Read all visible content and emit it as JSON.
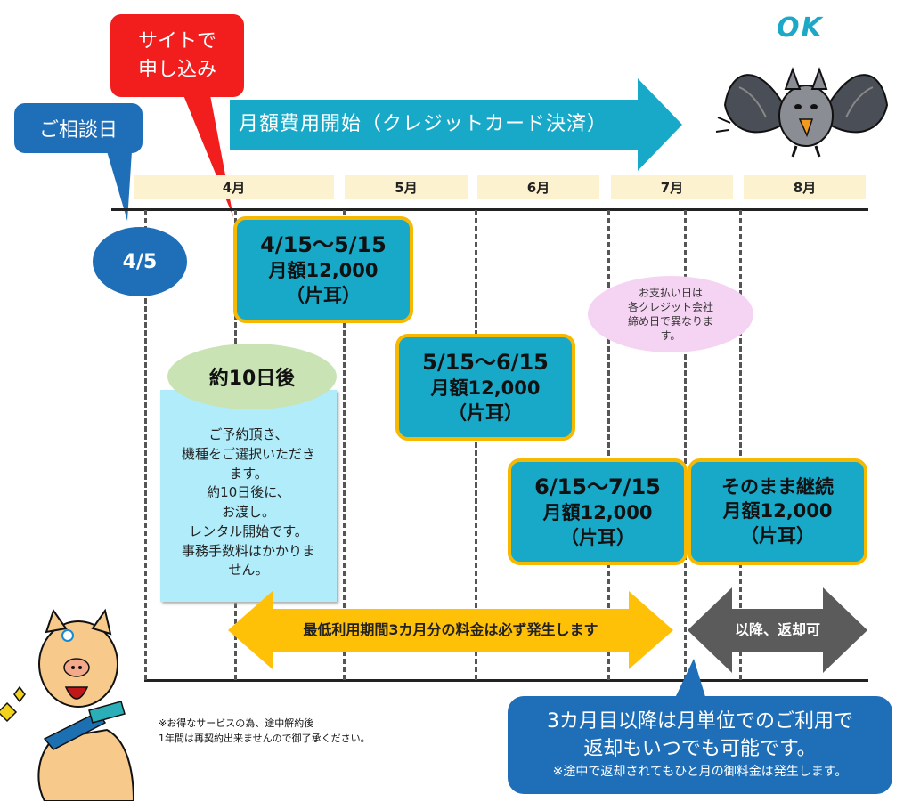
{
  "callouts": {
    "consult_day": "ご相談日",
    "apply_site": [
      "サイトで",
      "申し込み"
    ]
  },
  "header_arrow": "月額費用開始（クレジットカード決済）",
  "ok_text": "OK",
  "months": [
    "4月",
    "5月",
    "6月",
    "7月",
    "8月"
  ],
  "date_circle": "4/5",
  "periods": [
    {
      "range": "4/15〜5/15",
      "fee": "月額12,000",
      "unit": "（片耳）"
    },
    {
      "range": "5/15〜6/15",
      "fee": "月額12,000",
      "unit": "（片耳）"
    },
    {
      "range": "6/15〜7/15",
      "fee": "月額12,000",
      "unit": "（片耳）"
    },
    {
      "range": "そのまま継続",
      "fee": "月額12,000",
      "unit": "（片耳）"
    }
  ],
  "payment_note": [
    "お支払い日は",
    "各クレジット会社",
    "締め日で異なりま",
    "す。"
  ],
  "about_10_days": "約10日後",
  "reservation_note": [
    "ご予約頂き、",
    "機種をご選択いただき",
    "ます。",
    "約10日後に、",
    "お渡し。",
    "レンタル開始です。",
    "事務手数料はかかりま",
    "せん。"
  ],
  "min_period_arrow": "最低利用期間3カ月分の料金は必ず発生します",
  "return_arrow": "以降、返却可",
  "footnote": [
    "※お得なサービスの為、途中解約後",
    "1年間は再契約出来ませんので御了承ください。"
  ],
  "bottom_callout": {
    "line1": "3カ月目以降は月単位でのご利用で",
    "line2": "返却もいつでも可能です。",
    "line3": "※途中で返却されてもひと月の御料金は発生します。"
  },
  "colors": {
    "blue_callout": "#1f6fb8",
    "red_callout": "#f21d1d",
    "teal": "#18a9c9",
    "gold": "#f6b800",
    "green_ellipse": "#c9e3b4",
    "light_blue_note": "#b0ecf9",
    "pink_ellipse": "#f5d3f2",
    "gray_arrow": "#5b5b5b",
    "month_bg": "#fdf2d0"
  }
}
